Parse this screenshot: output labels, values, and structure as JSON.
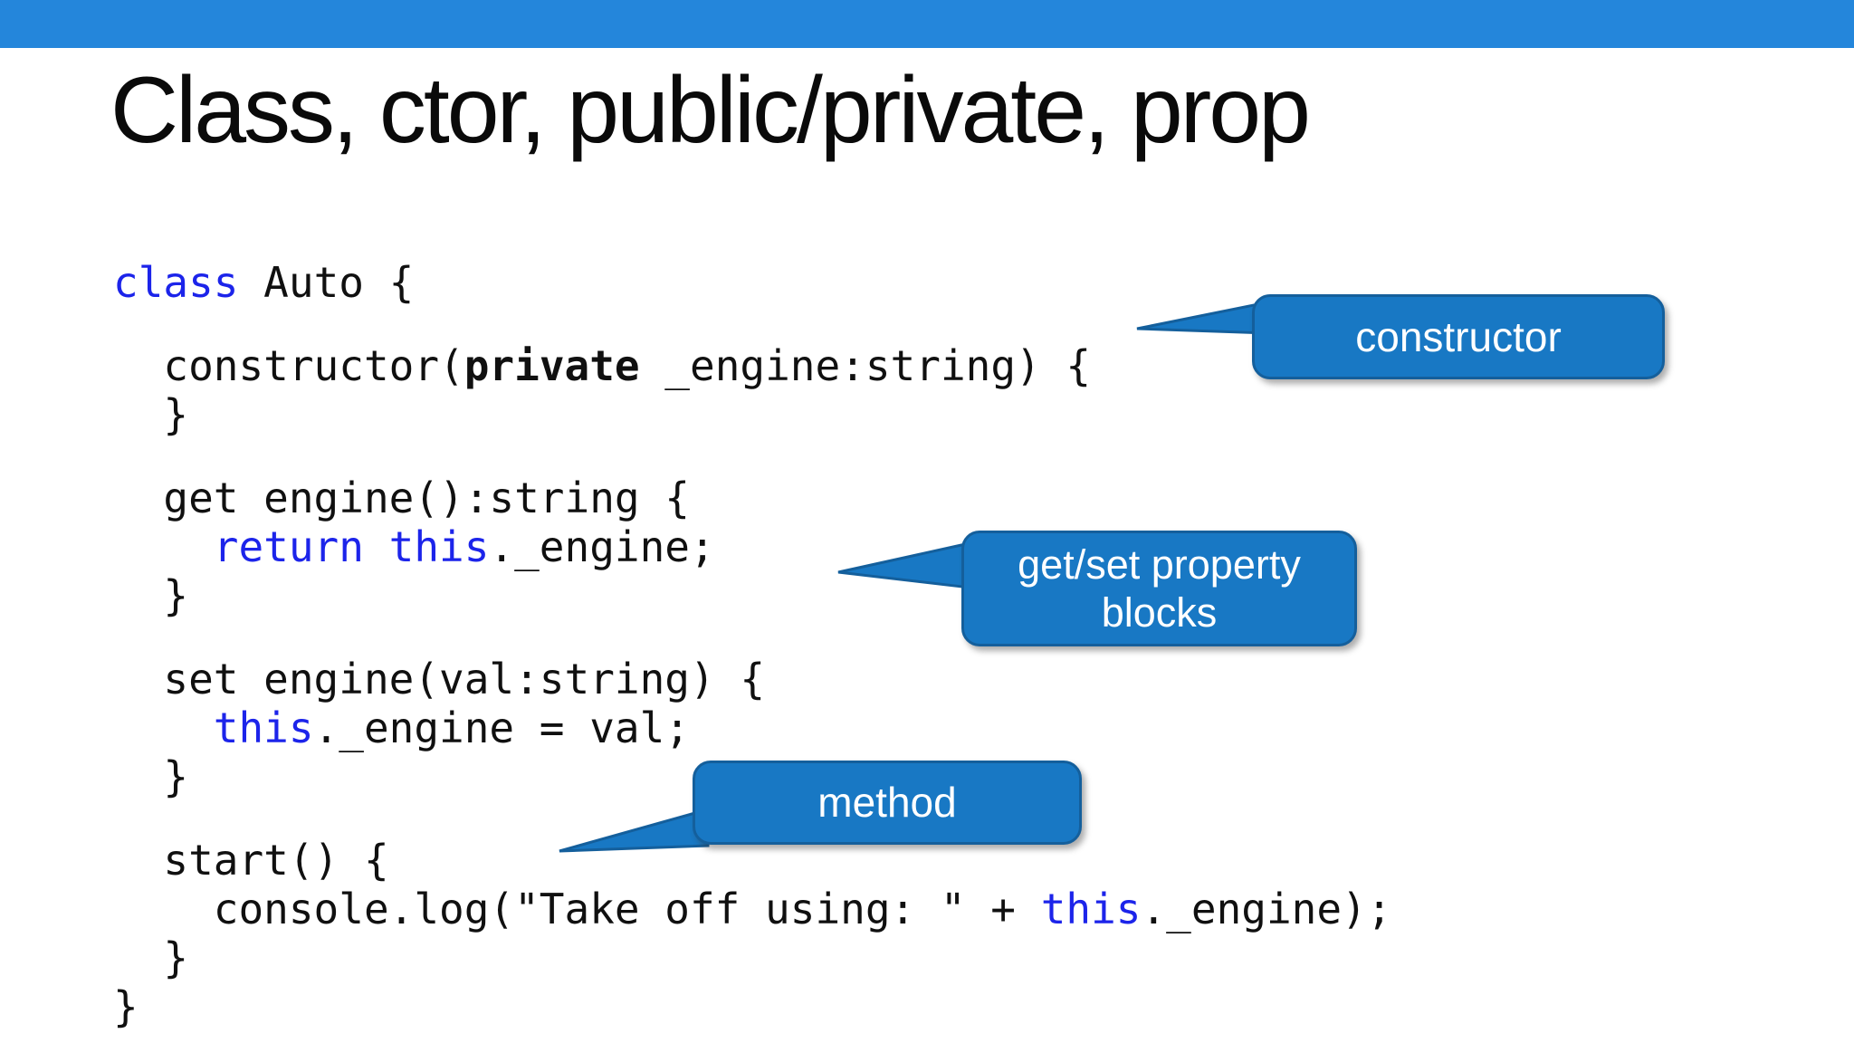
{
  "title": "Class, ctor, public/private, prop",
  "colors": {
    "background": "#ffffff",
    "top_bar": "#2486db",
    "title_text": "#0a0a0a",
    "code_text": "#101010",
    "keyword": "#1c24ea",
    "callout_fill": "#1878c4",
    "callout_border": "#145f9c",
    "callout_text": "#ffffff"
  },
  "code": {
    "blocks": [
      [
        [
          {
            "t": "class",
            "c": "kw"
          },
          {
            "t": " Auto {"
          }
        ]
      ],
      [
        [
          {
            "t": "  constructor("
          },
          {
            "t": "private",
            "c": "b"
          },
          {
            "t": " _engine:string) {"
          }
        ],
        [
          {
            "t": "  }"
          }
        ]
      ],
      [
        [
          {
            "t": "  get engine():string {"
          }
        ],
        [
          {
            "t": "    "
          },
          {
            "t": "return this",
            "c": "kw"
          },
          {
            "t": "._engine;"
          }
        ],
        [
          {
            "t": "  }"
          }
        ]
      ],
      [
        [
          {
            "t": "  set engine(val:string) {"
          }
        ],
        [
          {
            "t": "    "
          },
          {
            "t": "this",
            "c": "kw"
          },
          {
            "t": "._engine = val;"
          }
        ],
        [
          {
            "t": "  }"
          }
        ]
      ],
      [
        [
          {
            "t": "  start() {"
          }
        ],
        [
          {
            "t": "    console.log(\"Take off using: \" + "
          },
          {
            "t": "this",
            "c": "kw"
          },
          {
            "t": "._engine);"
          }
        ],
        [
          {
            "t": "  }"
          }
        ],
        [
          {
            "t": "}"
          }
        ]
      ]
    ]
  },
  "callouts": [
    {
      "id": "constructor",
      "lines": [
        "constructor"
      ]
    },
    {
      "id": "getset",
      "lines": [
        "get/set property",
        "blocks"
      ]
    },
    {
      "id": "method",
      "lines": [
        "method"
      ]
    }
  ]
}
